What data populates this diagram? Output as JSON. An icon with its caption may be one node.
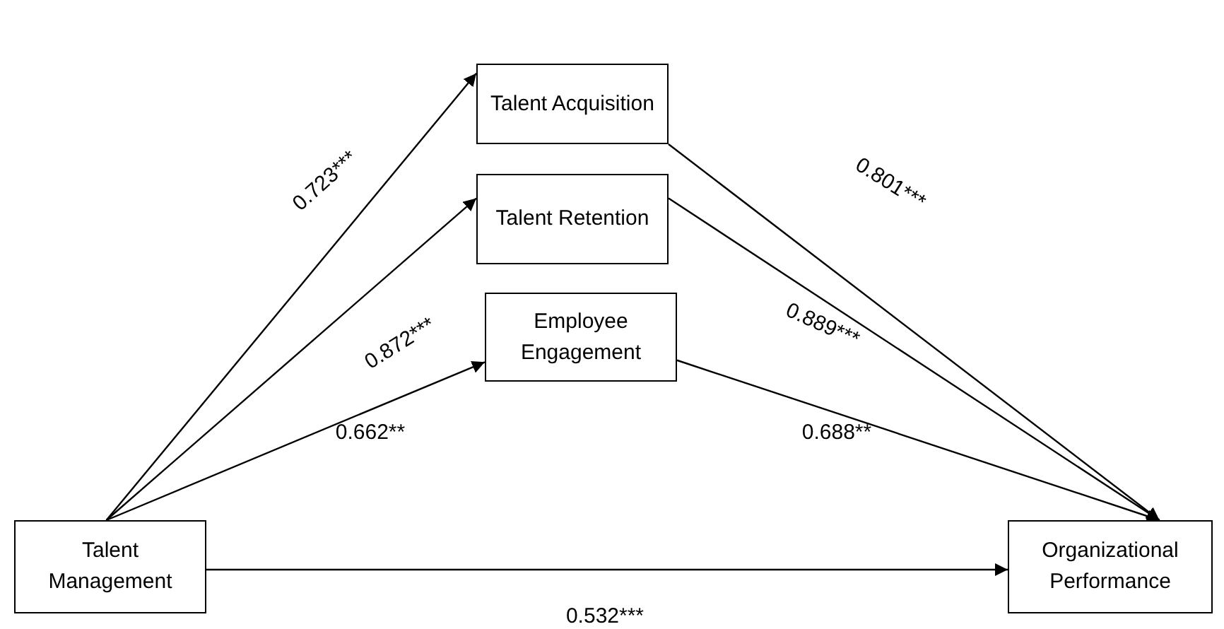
{
  "diagram": {
    "nodes": [
      {
        "text": [
          "Talent Acquisition"
        ]
      },
      {
        "text": [
          "Talent Retention"
        ]
      },
      {
        "text": [
          "Employee Engagement"
        ]
      },
      {
        "text": [
          "Talent Management"
        ]
      },
      {
        "text": [
          "Organizational Performance"
        ]
      }
    ],
    "edges": [
      {
        "from": 3,
        "to": 0,
        "arrow": "to",
        "label": "0.723***"
      },
      {
        "from": 3,
        "to": 1,
        "arrow": "to",
        "label": "0.872***"
      },
      {
        "from": 3,
        "to": 2,
        "arrow": "to",
        "label": "0.662**"
      },
      {
        "from": 3,
        "to": 4,
        "arrow": "to",
        "label": "0.532***"
      },
      {
        "from": 0,
        "to": 4,
        "arrow": "to",
        "label": "0.801***"
      },
      {
        "from": 1,
        "to": 4,
        "arrow": "to",
        "label": "0.889***"
      },
      {
        "from": 2,
        "to": 4,
        "arrow": "to",
        "label": "0.688**"
      }
    ]
  }
}
